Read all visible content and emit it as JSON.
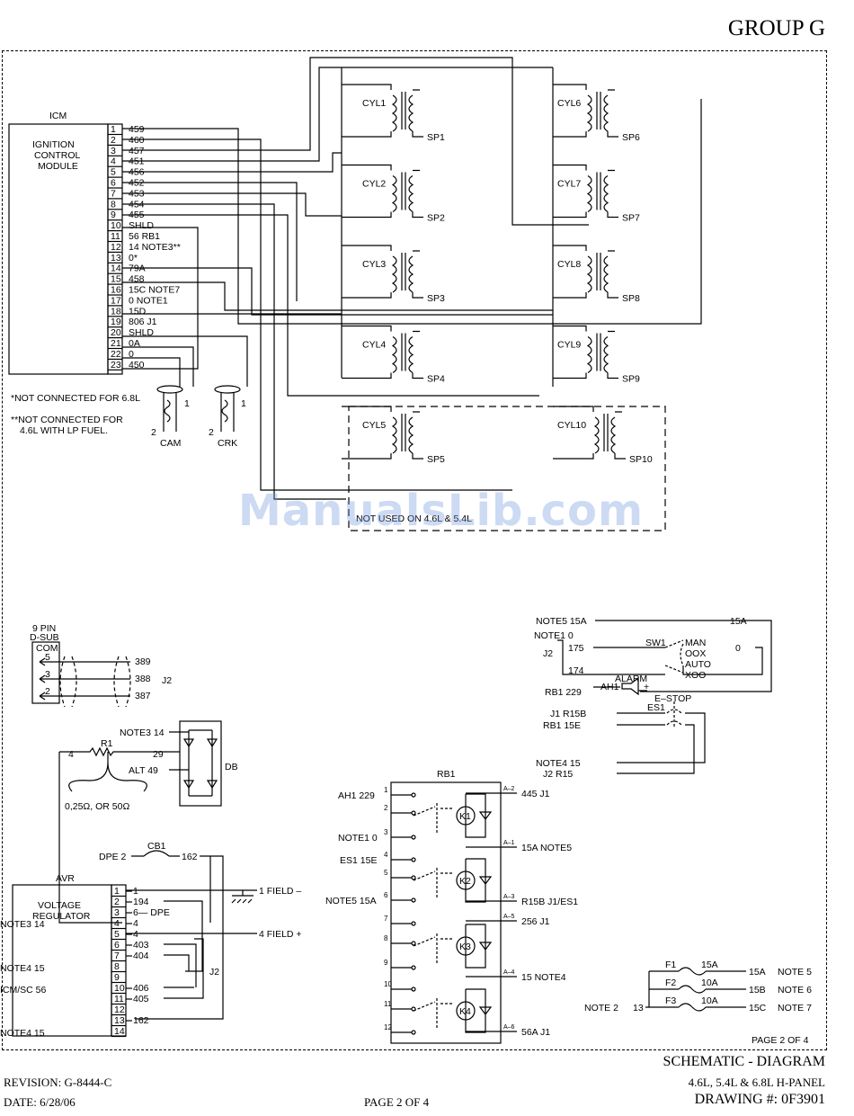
{
  "header": {
    "group": "GROUP G"
  },
  "icm": {
    "label": "ICM",
    "box_title": [
      "IGNITION",
      "CONTROL",
      "MODULE"
    ],
    "pins": [
      "1",
      "2",
      "3",
      "4",
      "5",
      "6",
      "7",
      "8",
      "9",
      "10",
      "11",
      "12",
      "13",
      "14",
      "15",
      "16",
      "17",
      "18",
      "19",
      "20",
      "21",
      "22",
      "23"
    ],
    "wires": [
      "459",
      "460",
      "457",
      "451",
      "456",
      "452",
      "453",
      "454",
      "455",
      "SHLD",
      "56 RB1",
      "14 NOTE3**",
      "0*",
      "79A",
      "458",
      "15C NOTE7",
      "0 NOTE1",
      "15D",
      "806 J1",
      "SHLD",
      "0A",
      "0",
      "450"
    ],
    "notes": [
      "*NOT CONNECTED FOR 6.8L",
      "**NOT CONNECTED FOR",
      "4.6L WITH LP FUEL."
    ],
    "cam": "CAM",
    "crk": "CRK",
    "n1": "1",
    "n2": "2"
  },
  "coils": {
    "left": [
      {
        "cyl": "CYL1",
        "sp": "SP1"
      },
      {
        "cyl": "CYL2",
        "sp": "SP2"
      },
      {
        "cyl": "CYL3",
        "sp": "SP3"
      },
      {
        "cyl": "CYL4",
        "sp": "SP4"
      },
      {
        "cyl": "CYL5",
        "sp": "SP5"
      }
    ],
    "right": [
      {
        "cyl": "CYL6",
        "sp": "SP6"
      },
      {
        "cyl": "CYL7",
        "sp": "SP7"
      },
      {
        "cyl": "CYL8",
        "sp": "SP8"
      },
      {
        "cyl": "CYL9",
        "sp": "SP9"
      },
      {
        "cyl": "CYL10",
        "sp": "SP10"
      }
    ],
    "dashed_note": "NOT USED ON 4.6L & 5.4L"
  },
  "dsub": {
    "title1": "9 PIN",
    "title2": "D-SUB",
    "com": "COM",
    "pins": [
      "5",
      "3",
      "2"
    ],
    "wires": [
      "389",
      "388",
      "387"
    ],
    "j2": "J2"
  },
  "db": {
    "label": "DB",
    "note3": "NOTE3 14",
    "r1": "R1",
    "w4": "4",
    "w29": "29",
    "alt": "ALT 49",
    "res": "0,25Ω, OR 50Ω"
  },
  "cb": {
    "label": "CB1",
    "dpe": "DPE 2",
    "w162": "162"
  },
  "avr": {
    "label": "AVR",
    "box_title": [
      "VOLTAGE",
      "REGULATOR"
    ],
    "pins": [
      "1",
      "2",
      "3",
      "4",
      "5",
      "6",
      "7",
      "8",
      "9",
      "10",
      "11",
      "12",
      "13",
      "14"
    ],
    "wires": [
      "1",
      "194",
      "6— DPE",
      "4",
      "4",
      "403",
      "404",
      "",
      "",
      "406",
      "405",
      "",
      "162",
      ""
    ],
    "field_minus": "1 FIELD –",
    "field_plus": "4 FIELD +",
    "j2": "J2"
  },
  "rb1": {
    "label": "RB1",
    "left": [
      "AH1 229",
      "",
      "NOTE1 0",
      "ES1 15E",
      "",
      "NOTE5 15A",
      "NOTE3 14",
      "",
      "NOTE4 15",
      "ICM/SC 56",
      "",
      "NOTE4 15"
    ],
    "leftpins": [
      "1",
      "2",
      "3",
      "4",
      "5",
      "6",
      "7",
      "8",
      "9",
      "10",
      "11",
      "12"
    ],
    "relays": [
      "K1",
      "K2",
      "K3",
      "K4"
    ],
    "right": [
      {
        "pin": "A–2",
        "txt": "445 J1"
      },
      {
        "pin": "A–1",
        "txt": "15A NOTE5"
      },
      {
        "pin": "A–3",
        "txt": "R15B J1/ES1"
      },
      {
        "pin": "A–5",
        "txt": "256 J1"
      },
      {
        "pin": "A–4",
        "txt": "15 NOTE4"
      },
      {
        "pin": "A–6",
        "txt": "56A J1"
      }
    ]
  },
  "sw": {
    "note5": "NOTE5 15A",
    "w15a": "15A",
    "note1": "NOTE1 0",
    "j2": "J2",
    "w175": "175",
    "w174": "174",
    "sw1": "SW1",
    "man": "MAN",
    "oox": "OOX",
    "auto": "AUTO",
    "xoo": "XOO",
    "w0": "0",
    "rb1": "RB1 229",
    "alarm": "ALARM",
    "ah1": "AH1",
    "plus": "+",
    "estop": "E–STOP",
    "es1": "ES1",
    "j1": "J1 R15B",
    "rb1b": "RB1 15E",
    "note4": "NOTE4 15",
    "j2b": "J2 R15"
  },
  "fuses": {
    "note2": "NOTE 2",
    "w13": "13",
    "items": [
      {
        "f": "F1",
        "a": "15A",
        "out": "15A",
        "note": "NOTE 5"
      },
      {
        "f": "F2",
        "a": "10A",
        "out": "15B",
        "note": "NOTE 6"
      },
      {
        "f": "F3",
        "a": "10A",
        "out": "15C",
        "note": "NOTE 7"
      }
    ]
  },
  "page_inner": "PAGE 2 OF 4",
  "watermark": "ManualsLib.com",
  "footer": {
    "title": "SCHEMATIC - DIAGRAM",
    "sub": "4.6L, 5.4L & 6.8L H-PANEL",
    "drawing": "DRAWING #: 0F3901",
    "revision": "REVISION: G-8444-C",
    "date": "DATE: 6/28/06",
    "page": "PAGE 2 OF 4"
  }
}
